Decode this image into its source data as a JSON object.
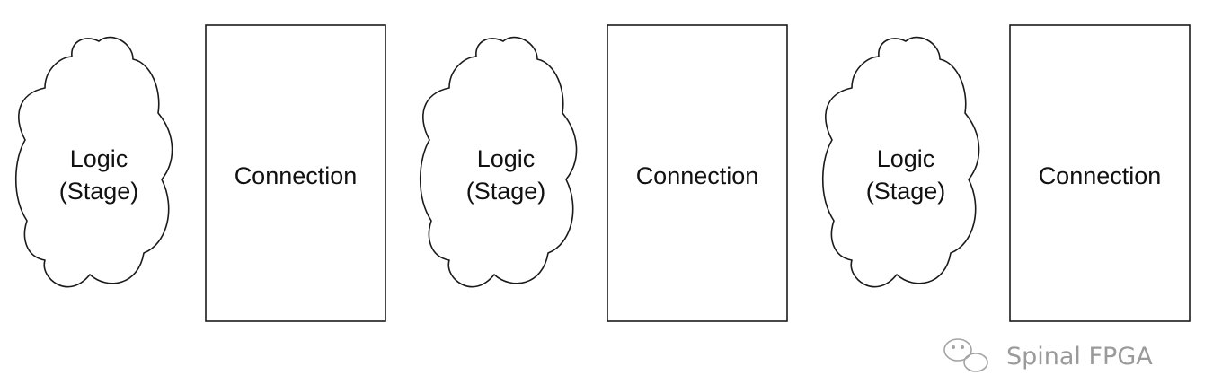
{
  "diagram": {
    "stages": [
      {
        "logic_line1": "Logic",
        "logic_line2": "(Stage)",
        "connection": "Connection"
      },
      {
        "logic_line1": "Logic",
        "logic_line2": "(Stage)",
        "connection": "Connection"
      },
      {
        "logic_line1": "Logic",
        "logic_line2": "(Stage)",
        "connection": "Connection"
      }
    ]
  },
  "watermark": {
    "text": "Spinal FPGA",
    "icon": "wechat-icon"
  },
  "colors": {
    "stroke": "#1a1a1a",
    "text": "#111111",
    "watermark": "#9a9a9a"
  }
}
